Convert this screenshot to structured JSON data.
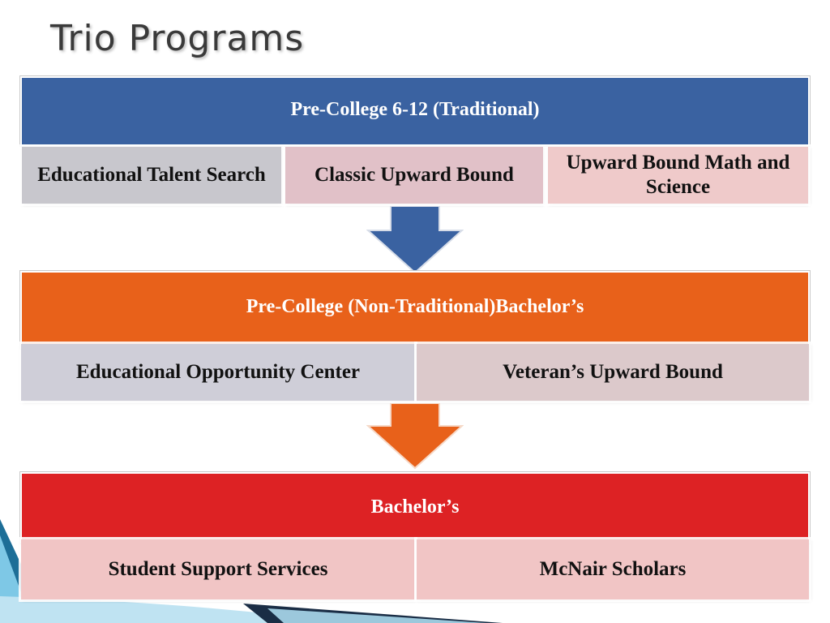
{
  "slide": {
    "title": "Trio Programs"
  },
  "tiers": [
    {
      "header": "Pre-College 6-12 (Traditional)",
      "programs": [
        "Educational Talent Search",
        "Classic Upward Bound",
        "Upward Bound Math and Science"
      ]
    },
    {
      "header": "Pre-College (Non-Traditional)Bachelor’s",
      "programs": [
        "Educational Opportunity Center",
        "Veteran’s Upward Bound"
      ]
    },
    {
      "header": "Bachelor’s",
      "programs": [
        "Student Support Services",
        "McNair Scholars"
      ]
    }
  ],
  "colors": {
    "tier1": "#3a62a1",
    "tier2": "#e8611a",
    "tier3": "#dd2224"
  },
  "icons": {
    "connector1": "down-arrow-icon",
    "connector2": "down-arrow-icon"
  }
}
